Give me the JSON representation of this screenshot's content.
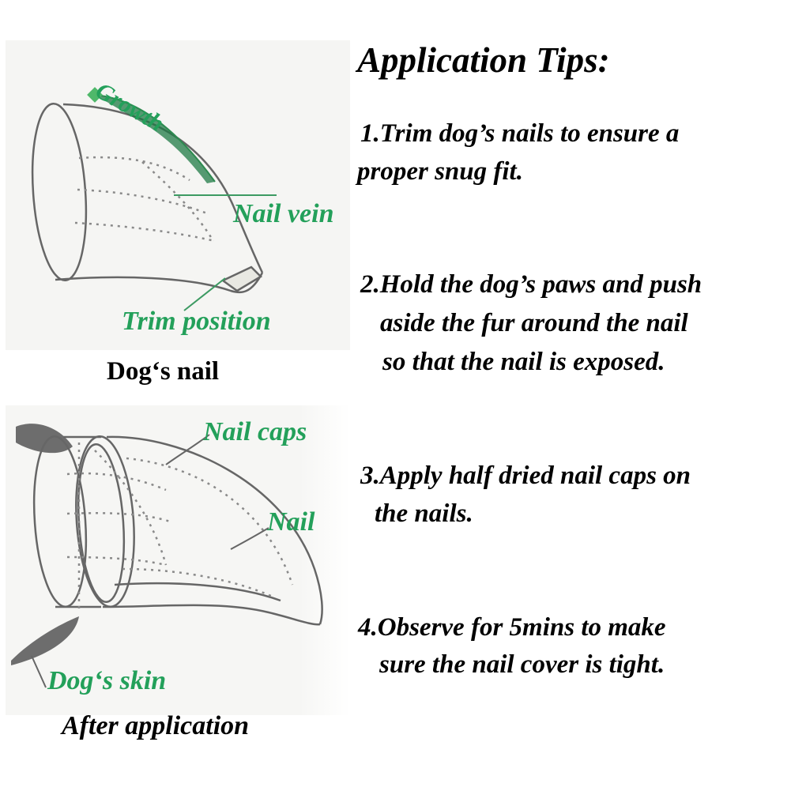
{
  "diagram_top": {
    "labels": {
      "growth": "Growth",
      "nail_vein": "Nail vein",
      "trim_position": "Trim position"
    },
    "caption": "Dog‘s nail"
  },
  "diagram_bottom": {
    "labels": {
      "nail_caps": "Nail caps",
      "nail": "Nail",
      "dogs_skin": "Dog‘s skin"
    },
    "caption": "After application"
  },
  "tips": {
    "title": "Application Tips:",
    "items": [
      {
        "lines": [
          "1.Trim dog’s nails to ensure a",
          "proper snug fit."
        ]
      },
      {
        "lines": [
          "2.Hold the dog’s paws and push",
          "aside the fur around the nail",
          "so that the nail is exposed."
        ]
      },
      {
        "lines": [
          "3.Apply half dried nail caps on",
          "the nails."
        ]
      },
      {
        "lines": [
          "4.Observe for 5mins to make",
          "sure the nail cover is tight."
        ]
      }
    ]
  },
  "colors": {
    "label_green": "#23a05a",
    "outline": "#666666",
    "dotted": "#8a8a8a"
  }
}
